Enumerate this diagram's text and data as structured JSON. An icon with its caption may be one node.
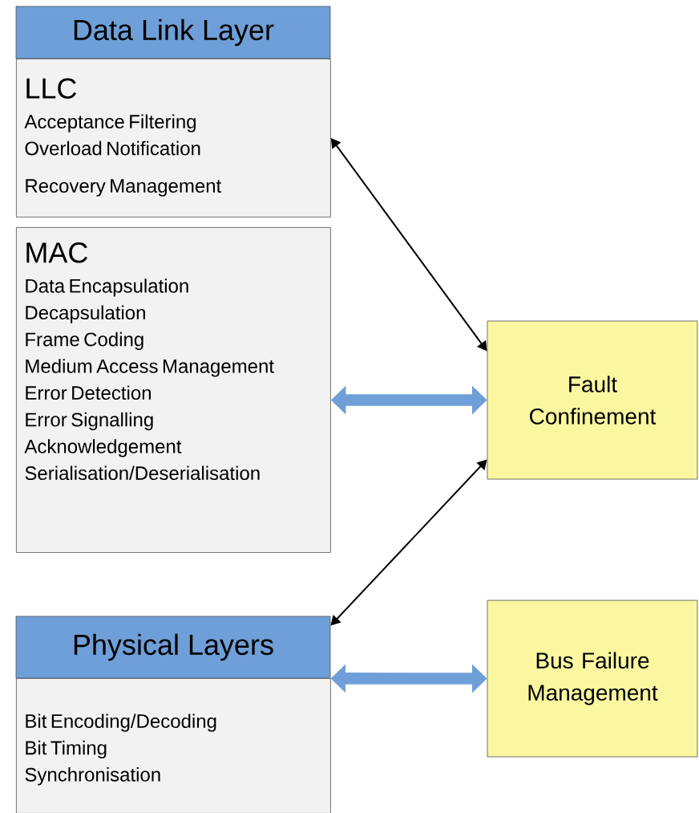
{
  "diagram": {
    "nodes": [
      {
        "text": [
          "Data Link Layer"
        ]
      },
      {
        "text": [
          "LLC",
          "Acceptance Filtering",
          "Overload Notification",
          "Recovery Management"
        ]
      },
      {
        "text": [
          "MAC",
          "Data Encapsulation",
          "Decapsulation",
          "Frame Coding",
          "Medium Access Management",
          "Error Detection",
          "Error Signalling",
          "Acknowledgement",
          "Serialisation/Deserialisation"
        ]
      },
      {
        "text": [
          "Physical Layers"
        ]
      },
      {
        "text": [
          "Bit Encoding/Decoding",
          "Bit Timing",
          "Synchronisation"
        ]
      },
      {
        "text": [
          "Fault Confinement"
        ]
      },
      {
        "text": [
          "Bus Failure Management"
        ]
      }
    ],
    "edges": [
      {
        "from": 1,
        "to": 5,
        "arrow": "both"
      },
      {
        "from": 2,
        "to": 5,
        "arrow": "both",
        "style": "thick",
        "color": "#6f9fd8"
      },
      {
        "from": 5,
        "to": 3,
        "arrow": "both"
      },
      {
        "from": 3,
        "to": 6,
        "arrow": "both",
        "style": "thick",
        "color": "#6f9fd8"
      }
    ]
  }
}
